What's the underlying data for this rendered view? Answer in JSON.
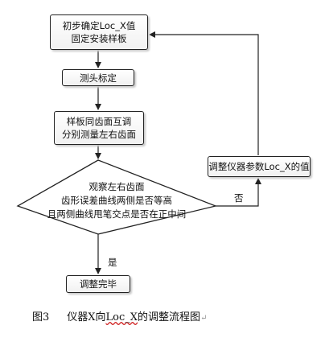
{
  "flowchart": {
    "step1": [
      "初步确定Loc_X值",
      "固定安装样板"
    ],
    "step2": "测头标定",
    "step3": [
      "样板同齿面互调",
      "分别测量左右齿面"
    ],
    "decision": [
      "观察左右齿面",
      "齿形误差曲线两侧是否等高",
      "且两侧曲线甩笔交点是否在正中间"
    ],
    "adjust": "调整仪器参数Loc_X的值",
    "end": "调整完毕",
    "yes_label": "是",
    "no_label": "否"
  },
  "caption": {
    "figure": "图3",
    "text_before": "仪器X向",
    "code": "Loc_X",
    "text_after": "的调整流程图",
    "mark": "↵"
  }
}
